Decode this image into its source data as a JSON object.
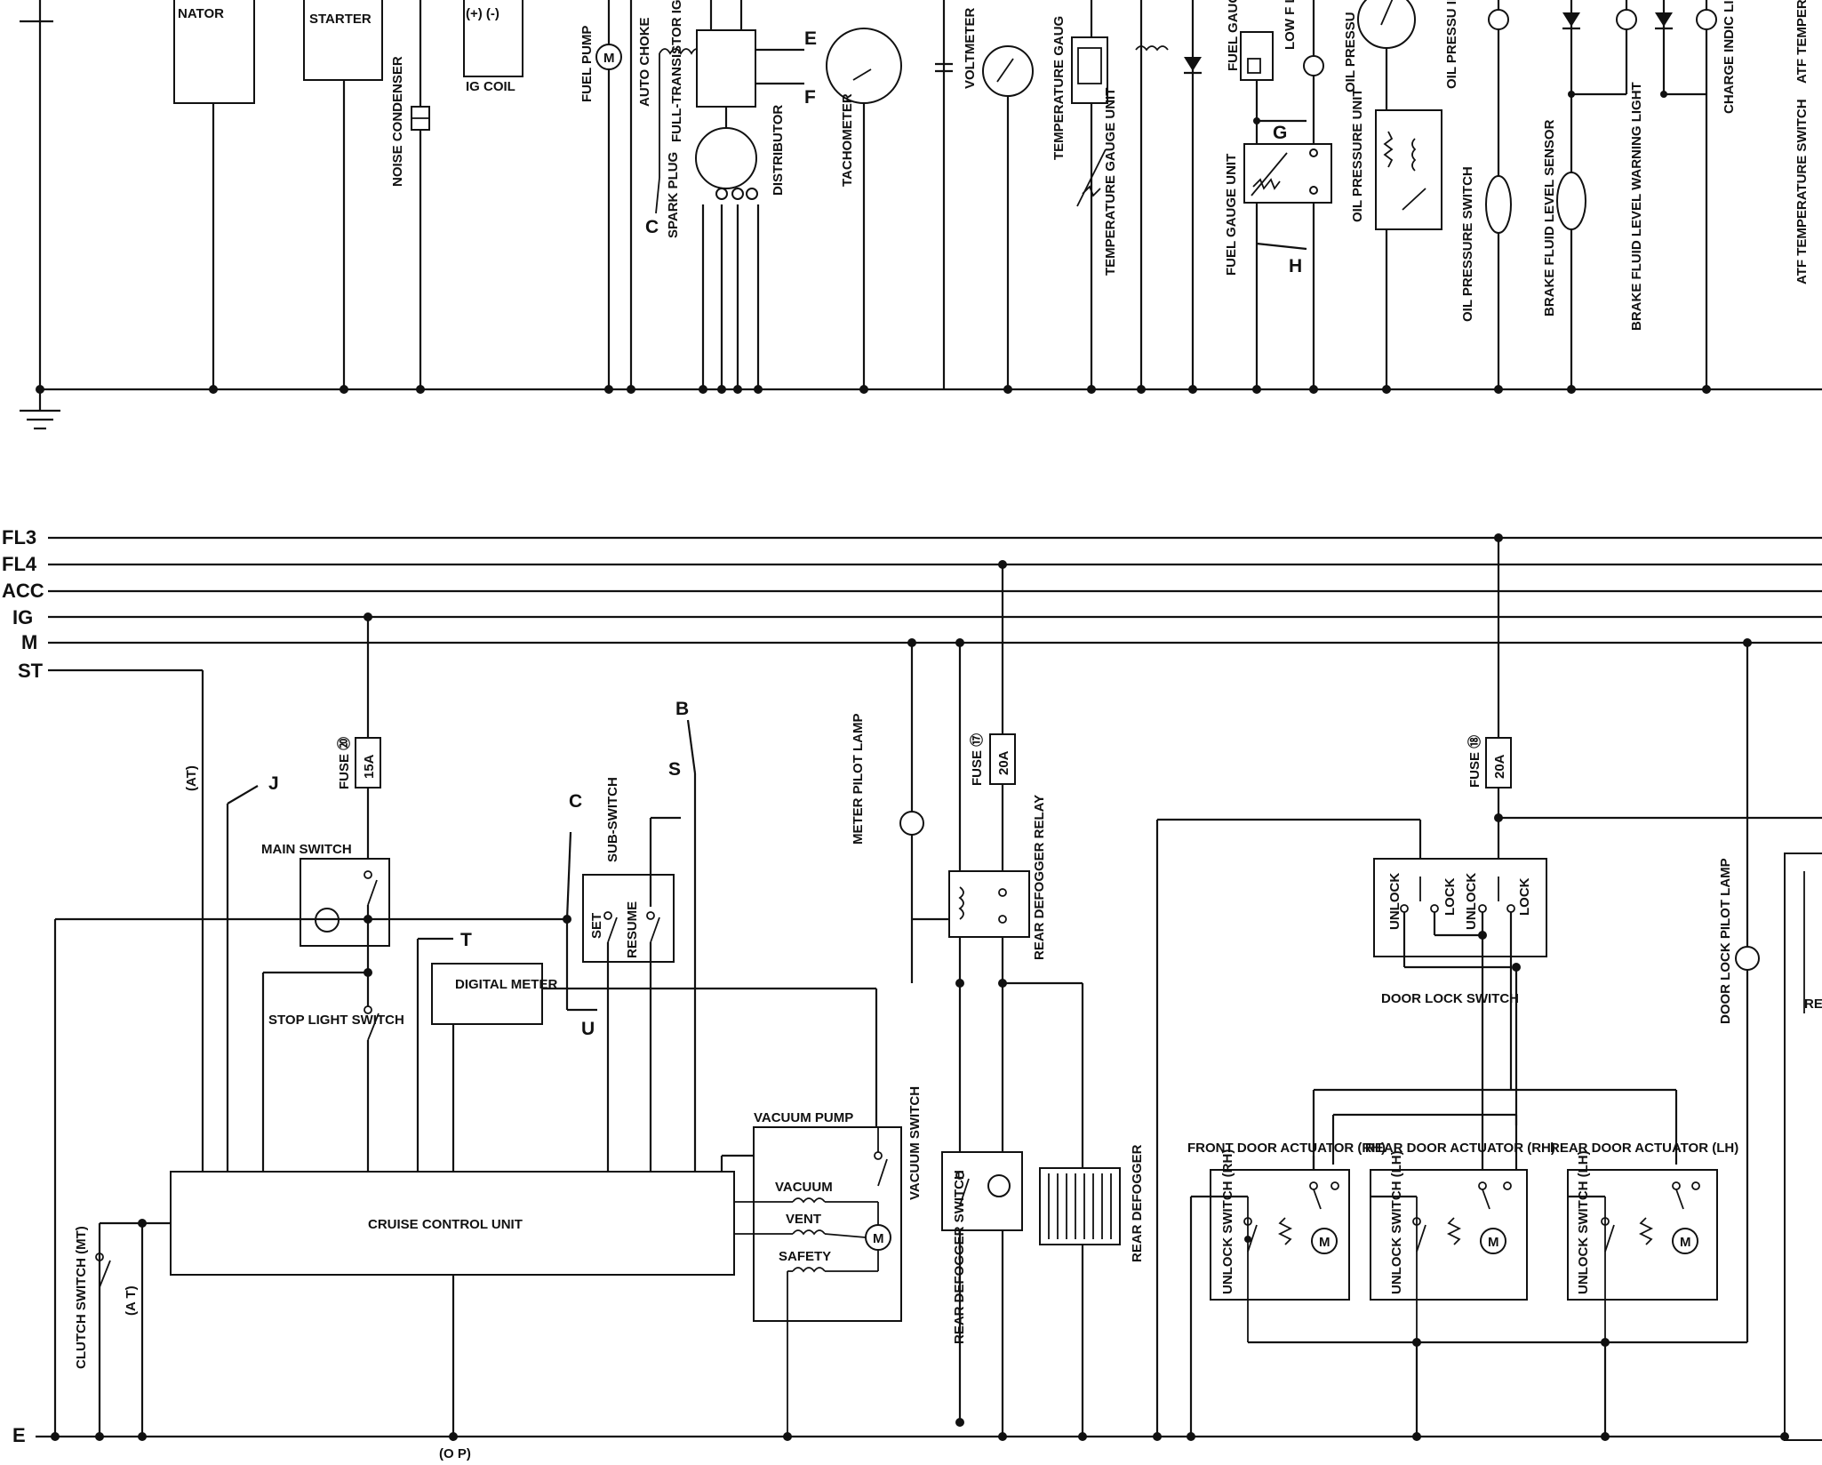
{
  "buses": [
    "FL3",
    "FL4",
    "ACC",
    "IG",
    "M",
    "ST",
    "E"
  ],
  "top_components": {
    "generator": "NATOR",
    "starter": "STARTER",
    "noise_condenser": "NOISE CONDENSER",
    "ig_coil": "IG COIL",
    "ig_coil_terminals": "(+) (-)",
    "fuel_pump": "FUEL PUMP",
    "auto_choke": "AUTO CHOKE",
    "igniter": "FULL-TRANSISTOR IGNITER",
    "spark_plug": "SPARK PLUG",
    "distributor": "DISTRIBUTOR",
    "tachometer": "TACHOMETER",
    "voltmeter": "VOLTMETER",
    "temperature_gauge": "TEMPERATURE GAUG",
    "temperature_gauge_unit": "TEMPERATURE GAUGE UNIT",
    "fuel_gauge": "FUEL GAUGE",
    "low_fuel_light": "LOW F LIGHT",
    "fuel_gauge_unit": "FUEL GAUGE UNIT",
    "oil_pressure_gauge": "OIL PRESSU",
    "oil_pressure_unit": "OIL PRESSURE UNIT",
    "oil_pressure_indicator": "OIL PRESSU INDICATOR",
    "oil_pressure_switch": "OIL PRESSURE SWITCH",
    "brake_fluid_level_sensor": "BRAKE FLUID LEVEL SENSOR",
    "brake_fluid_level_warning_light": "BRAKE FLUID LEVEL WARNING LIGHT",
    "charge_indicator_light": "CHARGE INDIC LIGHT",
    "atf_warning_light": "ATF TEMPERAT WARNING LIGH",
    "atf_switch": "ATF TEMPERATURE SWITCH"
  },
  "connectors": {
    "c": "C",
    "e": "E",
    "f": "F",
    "g": "G",
    "h": "H",
    "b": "B",
    "j": "J",
    "s": "S",
    "t": "T",
    "u": "U"
  },
  "cruise": {
    "fuse20_label": "FUSE ⑳",
    "fuse20_rating": "15A",
    "at_label": "(AT)",
    "main_switch": "MAIN SWITCH",
    "stop_light_switch": "STOP LIGHT SWITCH",
    "digital_meter": "DIGITAL METER",
    "sub_switch": "SUB-SWITCH",
    "set": "SET",
    "resume": "RESUME",
    "cruise_control_unit": "CRUISE CONTROL UNIT",
    "vacuum_pump": "VACUUM PUMP",
    "vacuum": "VACUUM",
    "vent": "VENT",
    "safety": "SAFETY",
    "vacuum_switch": "VACUUM SWITCH",
    "clutch_switch": "CLUTCH SWITCH (MT)",
    "at_label2": "(A T)",
    "op_label": "(O P)"
  },
  "defogger": {
    "meter_pilot_lamp": "METER PILOT LAMP",
    "fuse17_label": "FUSE ⑰",
    "fuse17_rating": "20A",
    "relay": "REAR DEFOGGER RELAY",
    "switch": "REAR DEFOGGER SWITCH",
    "heater": "REAR DEFOGGER"
  },
  "door_lock": {
    "fuse18_label": "FUSE ⑱",
    "fuse18_rating": "20A",
    "unlock": "UNLOCK",
    "lock": "LOCK",
    "switch": "DOOR LOCK SWITCH",
    "pilot_lamp": "DOOR LOCK PILOT LAMP",
    "front_rh": "FRONT DOOR ACTUATOR (RH)",
    "rear_rh": "REAR DOOR ACTUATOR (RH)",
    "rear_lh": "REAR DOOR ACTUATOR (LH)",
    "unlock_switch_rh": "UNLOCK SWITCH (RH)",
    "unlock_switch_lh": "UNLOCK SWITCH (LH)",
    "partial": "RE LO"
  },
  "motor_symbol": "M"
}
